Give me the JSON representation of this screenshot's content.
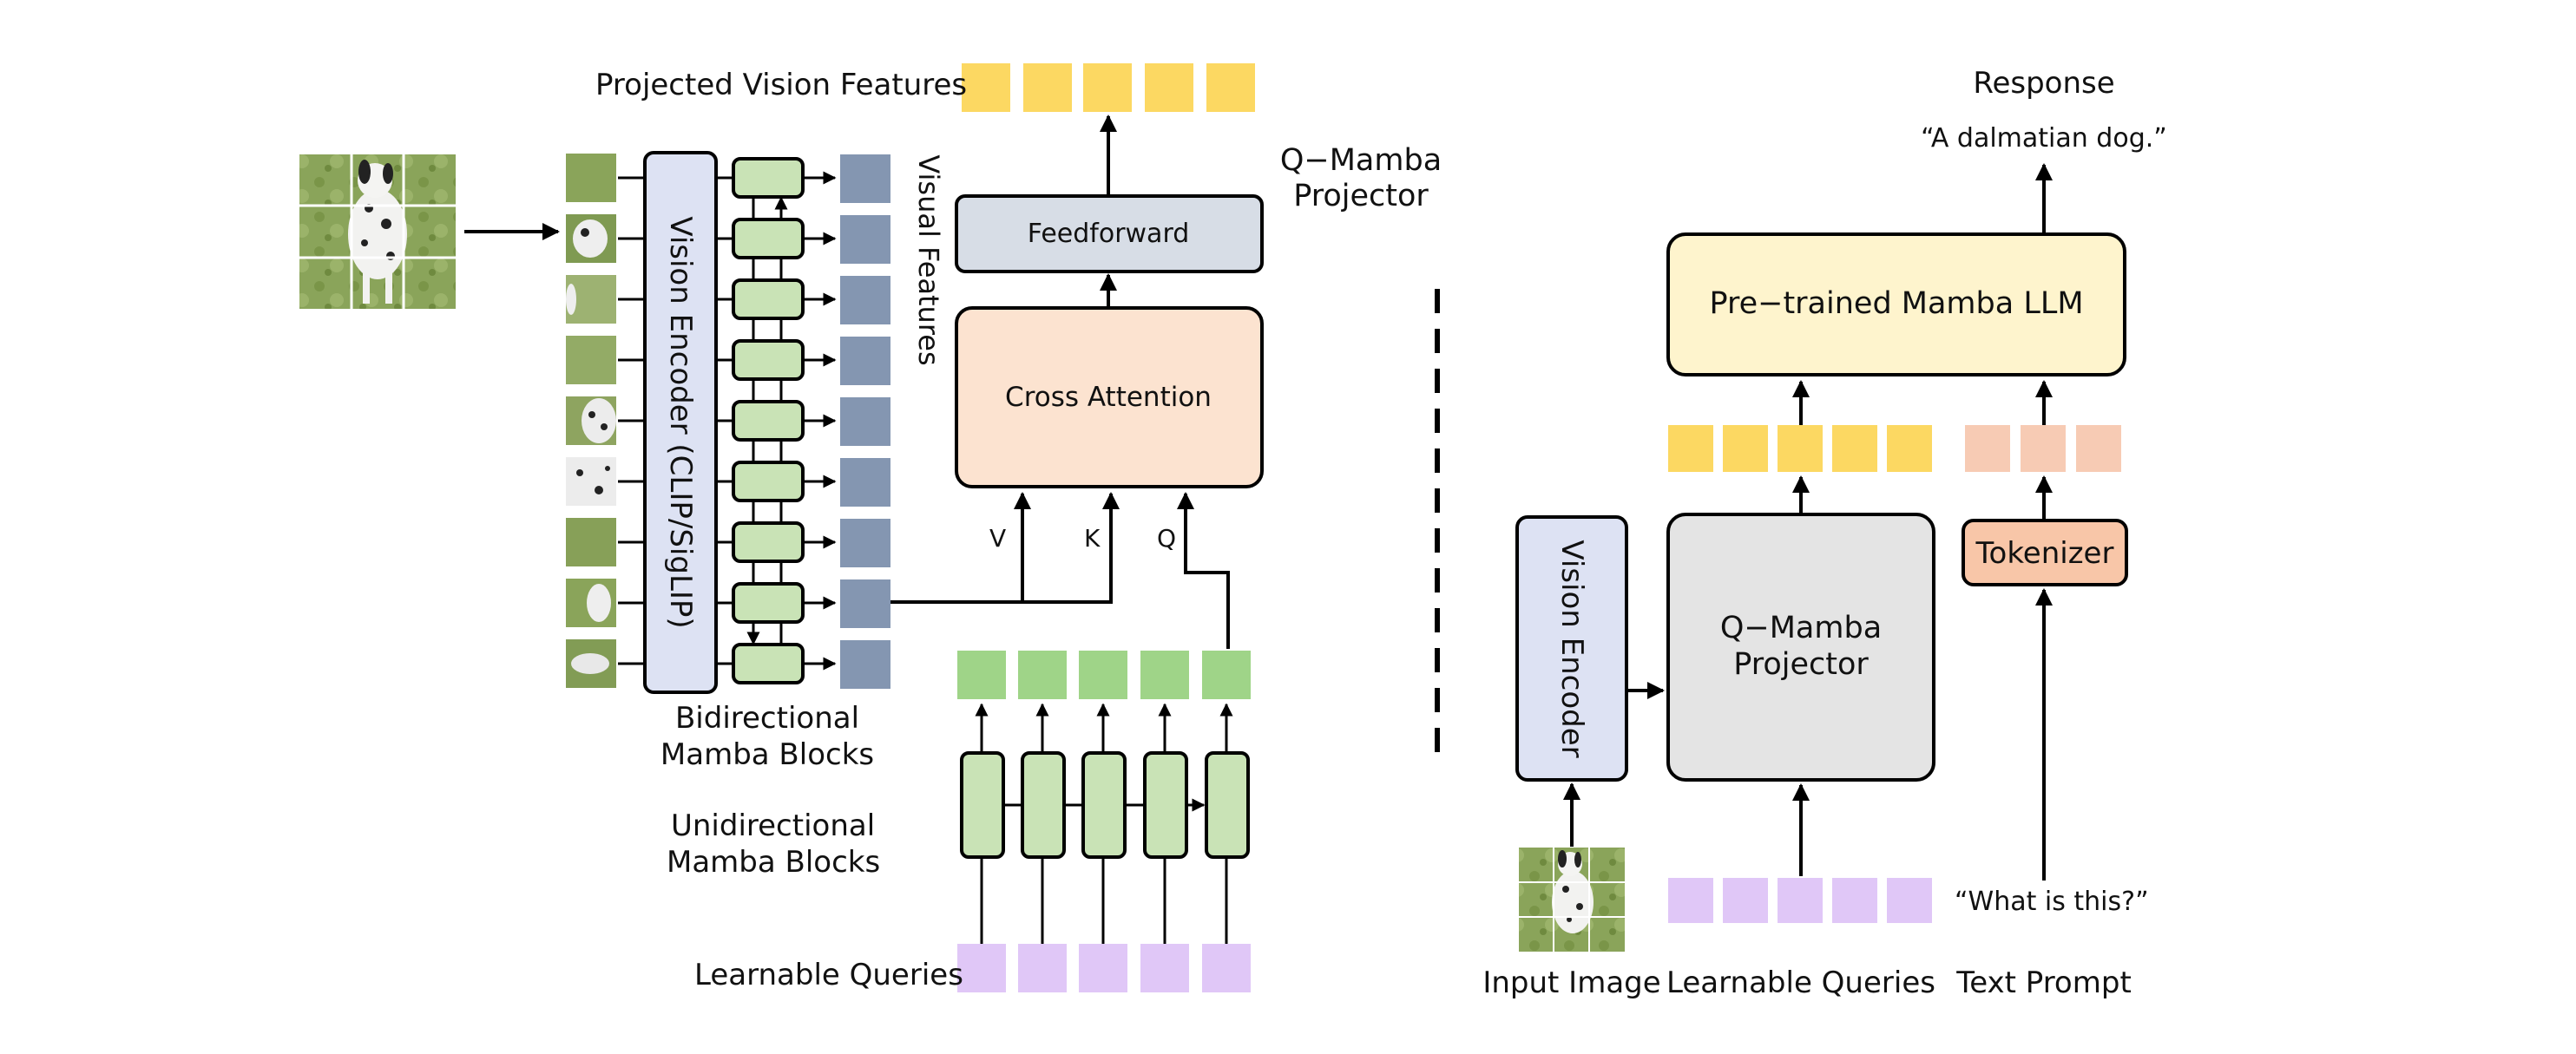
{
  "left_diagram": {
    "projected_features_label": "Projected Vision Features",
    "vision_encoder_label": "Vision Encoder (CLIP/SigLIP)",
    "visual_features_label": "Visual Features",
    "feedforward_label": "Feedforward",
    "cross_attention_label": "Cross Attention",
    "qmamba_title": [
      "Q−Mamba",
      "Projector"
    ],
    "v_label": "V",
    "k_label": "K",
    "q_label": "Q",
    "bidirectional_label": [
      "Bidirectional",
      "Mamba Blocks"
    ],
    "unidirectional_label": [
      "Unidirectional",
      "Mamba Blocks"
    ],
    "learnable_queries_label": "Learnable Queries"
  },
  "right_diagram": {
    "response_label": "Response",
    "response_text": "“A dalmatian dog.”",
    "llm_label": "Pre−trained Mamba LLM",
    "vision_encoder_label": "Vision Encoder",
    "qmamba_label": [
      "Q−Mamba",
      "Projector"
    ],
    "tokenizer_label": "Tokenizer",
    "prompt_text": "“What is this?”",
    "input_image_label": "Input Image",
    "learnable_queries_label": "Learnable Queries",
    "text_prompt_label": "Text Prompt"
  },
  "colors": {
    "yellow_token": "#fcd862",
    "green_token": "#9fd488",
    "purple_token": "#e0c7f7",
    "blue_feature": "#8496b1",
    "mamba_block": "#c9e3b6",
    "encoder_fill": "#dde2f3",
    "feedforward_fill": "#d7dde6",
    "cross_attention_fill": "#fce3d0",
    "llm_fill": "#fef4cd",
    "projector_fill": "#e4e4e4",
    "tokenizer_fill": "#f8c6a8",
    "text_token": "#f7cbb4"
  }
}
